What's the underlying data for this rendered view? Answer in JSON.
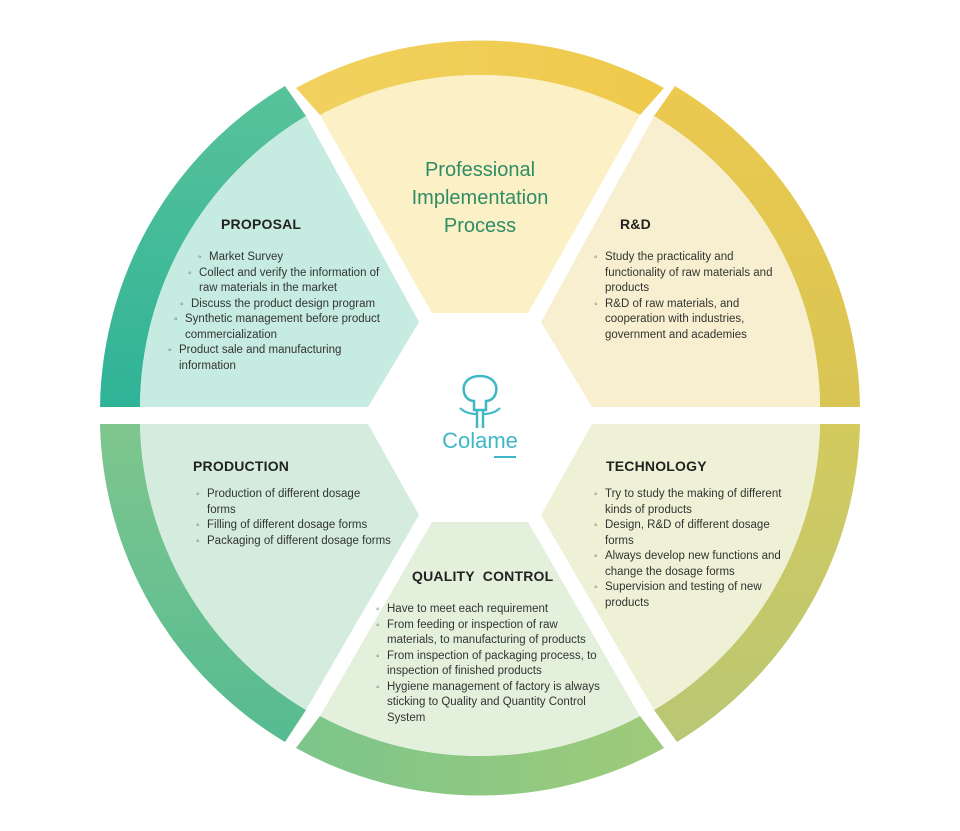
{
  "title": {
    "line1": "Professional",
    "line2": "Implementation",
    "line3": "Process"
  },
  "logo": {
    "text": "Colame",
    "icon": "tree-logo-icon",
    "color": "#3fb7c7"
  },
  "colors": {
    "ring_proposal": "#3bb899",
    "ring_top": "#f0cc4f",
    "ring_rd": "#e6c64f",
    "ring_technology": "#c8cc68",
    "ring_quality": "#84c88a",
    "ring_production": "#70c290",
    "fill_top": "#fbf0c6",
    "fill_rd": "#f7efcf",
    "fill_technology": "#eff1d6",
    "fill_quality": "#e3f0dc",
    "fill_production": "#d4ecde",
    "fill_proposal": "#c6ebe1",
    "title_color": "#2f8c66"
  },
  "sections": {
    "proposal": {
      "heading": "PROPOSAL",
      "items": [
        "Market Survey",
        "Collect and verify the information of raw materials in the market",
        "Discuss the product design program",
        "Synthetic management before product commercialization",
        "Product sale and manufacturing information"
      ]
    },
    "rd": {
      "heading": "R&D",
      "items": [
        "Study the practicality and functionality of raw materials and products",
        "R&D of raw materials, and cooperation with industries, government and academies"
      ]
    },
    "technology": {
      "heading": "TECHNOLOGY",
      "items": [
        "Try to study the making of different kinds of products",
        "Design, R&D of different dosage forms",
        "Always develop new functions and change the dosage forms",
        "Supervision and testing of new products"
      ]
    },
    "quality": {
      "heading": "QUALITY  CONTROL",
      "items": [
        "Have to meet each requirement",
        "From feeding or inspection of raw materials, to manufacturing of products",
        "From inspection of packaging process, to inspection of finished products",
        "Hygiene management of factory is always sticking to Quality and Quantity Control System"
      ]
    },
    "production": {
      "heading": "PRODUCTION",
      "items": [
        "Production of different dosage forms",
        "Filling of different dosage  forms",
        "Packaging of different dosage forms"
      ]
    }
  }
}
